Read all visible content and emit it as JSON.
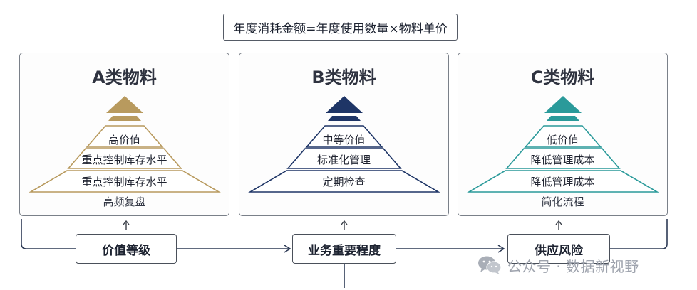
{
  "formula": "年度消耗金额=年度使用数量×物料单价",
  "panels": [
    {
      "title": "A类物料",
      "color": "#b89a5e",
      "levels": [
        "高价值",
        "重点控制库存水平",
        "重点控制库存水平"
      ],
      "note": "高频复盘"
    },
    {
      "title": "B类物料",
      "color": "#1e3566",
      "levels": [
        "中等价值",
        "标准化管理",
        "定期检查"
      ],
      "note": ""
    },
    {
      "title": "C类物料",
      "color": "#2a9a9a",
      "levels": [
        "低价值",
        "降低管理成本",
        "降低管理成本"
      ],
      "note": "简化流程"
    }
  ],
  "criteria": [
    "价值等级",
    "业务重要程度",
    "供应风险"
  ],
  "watermark": {
    "icon": "wechat-icon",
    "text": "公众号 · 数据新视野"
  }
}
